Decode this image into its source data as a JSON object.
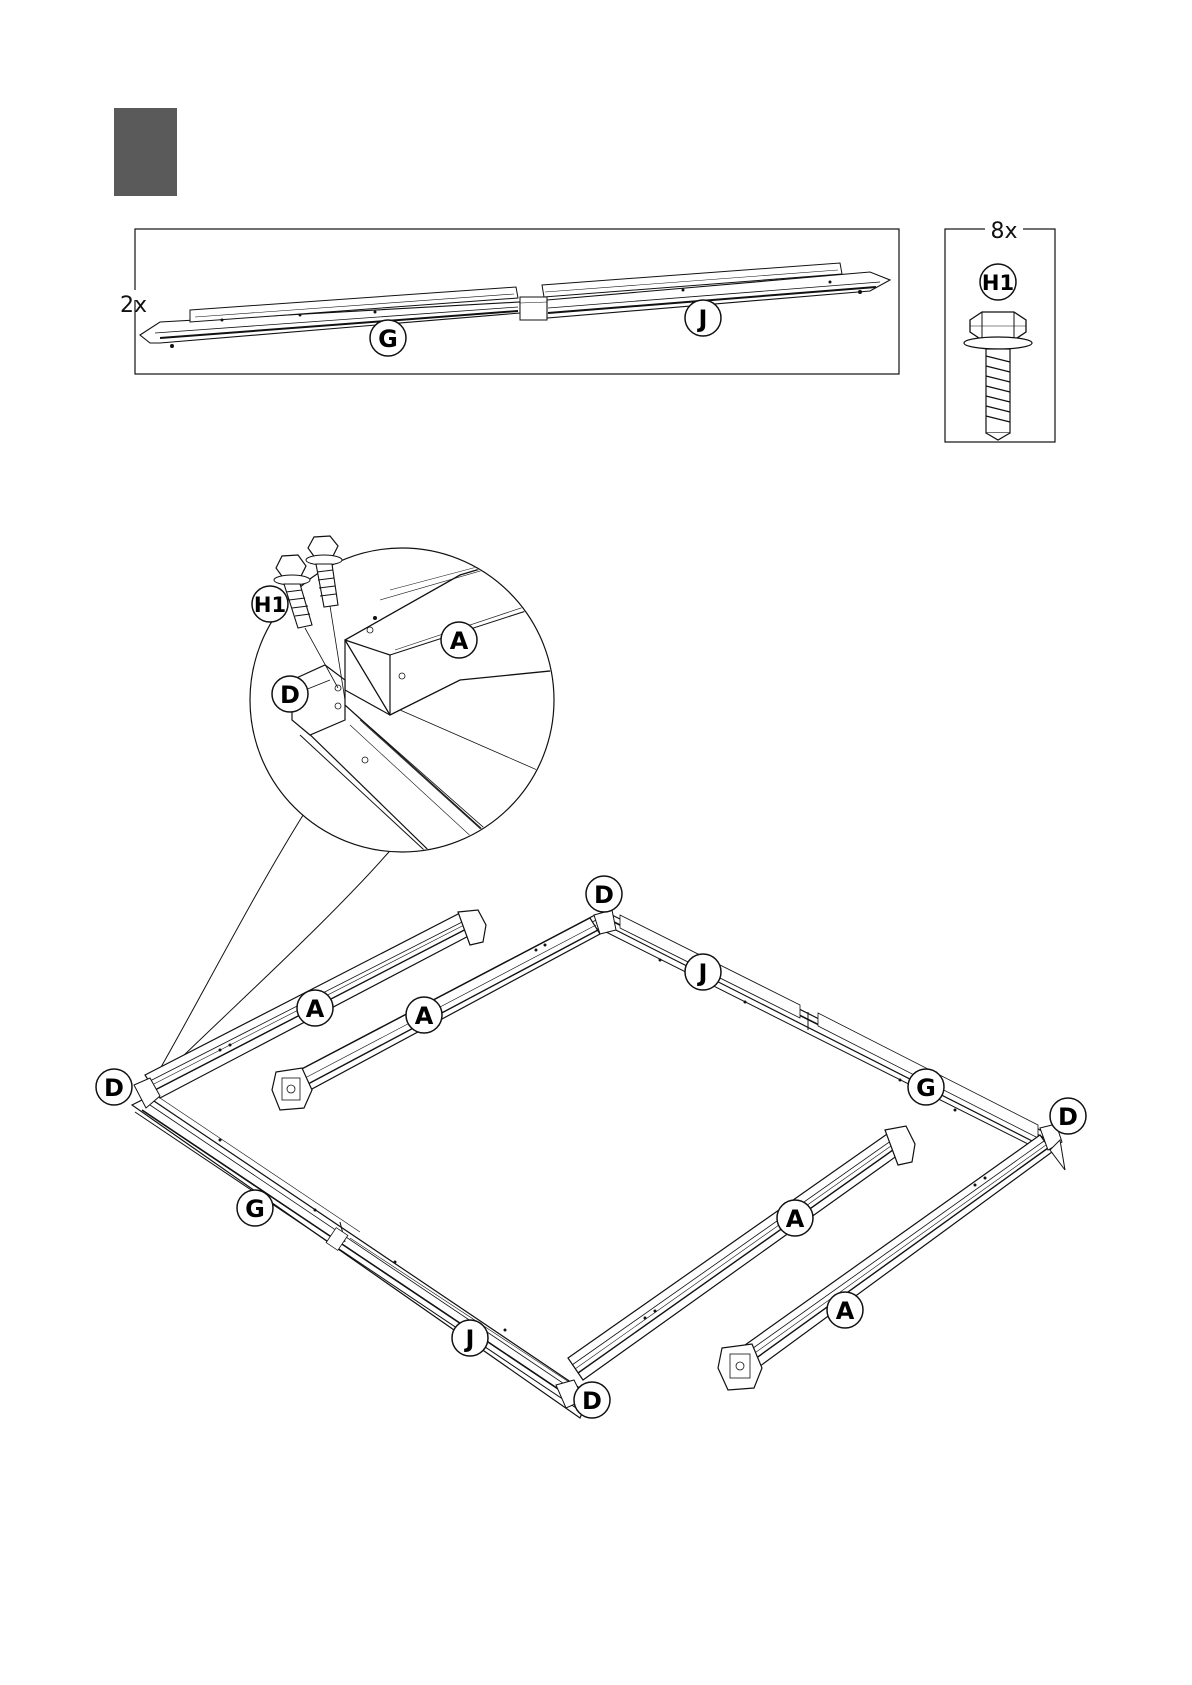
{
  "step": {
    "badge_color": "#5a5a5a"
  },
  "parts_box": {
    "quantity": "2x",
    "labels": {
      "g": "G",
      "j": "J"
    }
  },
  "hardware_box": {
    "quantity": "8x",
    "label": "H1"
  },
  "detail": {
    "labels": {
      "h1": "H1",
      "a": "A",
      "d": "D"
    }
  },
  "assembly": {
    "labels": {
      "d_left": "D",
      "d_top": "D",
      "d_right": "D",
      "d_bottom": "D",
      "a_back_left": "A",
      "a_back_inner": "A",
      "a_front_inner": "A",
      "a_front_right": "A",
      "g_left": "G",
      "j_left": "J",
      "j_right": "J",
      "g_right": "G"
    }
  }
}
